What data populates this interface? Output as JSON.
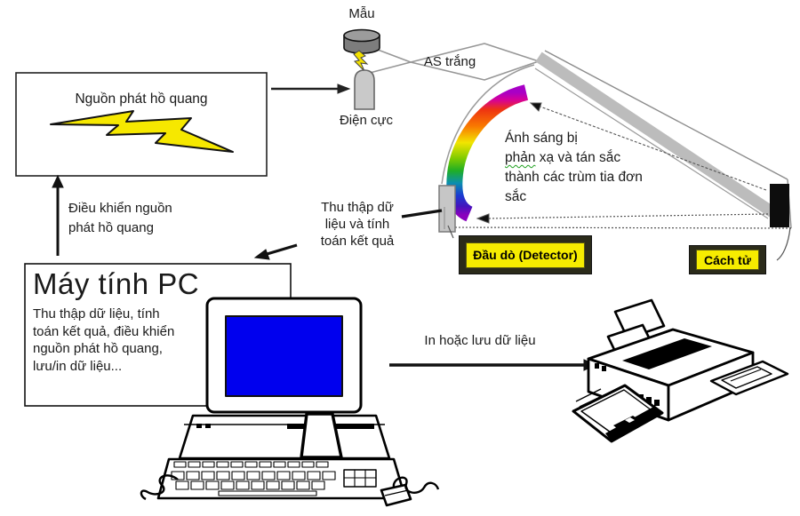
{
  "source_box": {
    "label": "Nguồn phát hồ quang"
  },
  "sample": {
    "label": "Mẫu"
  },
  "electrode": {
    "label": "Điện cực"
  },
  "white_light": {
    "label": "AS trắng"
  },
  "control_arrow": {
    "line1": "Điều khiển nguồn",
    "line2": "phát hồ quang"
  },
  "collect_note": {
    "line1": "Thu thập dữ",
    "line2": "liệu và tính",
    "line3": "toán kết quả"
  },
  "dispersion_note": {
    "line1": "Ánh sáng bị",
    "line2_word1": "phản",
    "line2_rest": " xạ và tán sắc",
    "line3": "thành các trùm tia đơn",
    "line4": "sắc"
  },
  "detector_label": {
    "label": "Đầu dò (Detector)"
  },
  "grating_label": {
    "label": "Cách tử"
  },
  "print_arrow": {
    "label": "In hoặc lưu dữ liệu"
  },
  "pc_box": {
    "title": "Máy tính PC",
    "line1": "Thu thập dữ liệu, tính",
    "line2": "toán kết quả, điều khiển",
    "line3": "nguồn phát hồ quang,",
    "line4": "lưu/in dữ liệu..."
  },
  "colors": {
    "lightning_yellow": "#f6e800",
    "spark_yellow": "#f2e000",
    "screen_blue": "#0000ee",
    "label_highlight": "#f6ec00",
    "label_frame": "#2b2b1a",
    "beam_gray": "#bcbcbc",
    "spectrum_colors": [
      "#a800c6",
      "#d6009a",
      "#ee3311",
      "#f97b00",
      "#f2e500",
      "#7ecb00",
      "#1fae26",
      "#0b8fae",
      "#1a3bd2",
      "#4413bd",
      "#8a00bd"
    ]
  }
}
